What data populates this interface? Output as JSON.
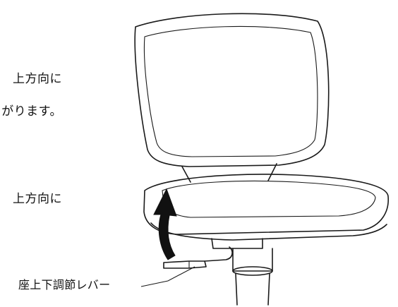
{
  "text": {
    "line1": "上方向に",
    "line2": "がります。",
    "line3": "上方向に",
    "callout": "座上下調節レバー"
  },
  "colors": {
    "line": "#1a1a1a",
    "arrow": "#111111",
    "background": "#ffffff"
  },
  "icons": {
    "arrow": "curved-up-arrow-icon"
  }
}
